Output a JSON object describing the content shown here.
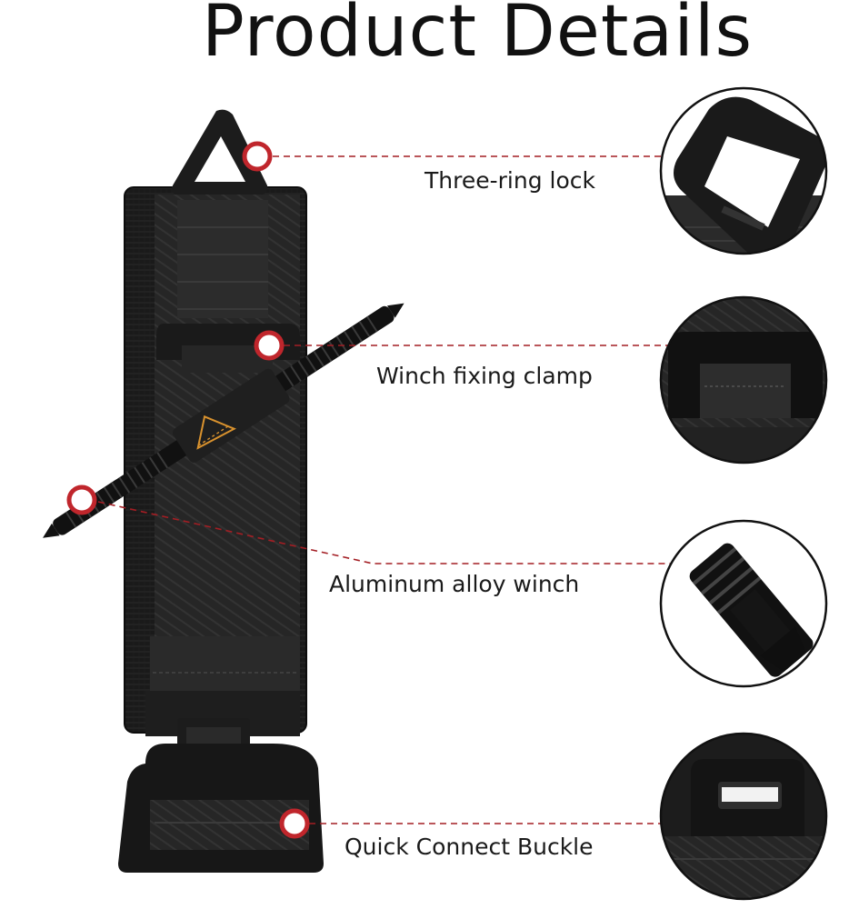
{
  "page": {
    "title": "Product Details"
  },
  "callouts": [
    {
      "label": "Three-ring lock",
      "detail_icon": "triangle-ring-detail"
    },
    {
      "label": "Winch fixing clamp",
      "detail_icon": "clamp-detail"
    },
    {
      "label": "Aluminum alloy winch",
      "detail_icon": "winch-rod-detail"
    },
    {
      "label": "Quick Connect Buckle",
      "detail_icon": "buckle-detail"
    }
  ],
  "colors": {
    "marker": "#c0262c",
    "leader_line": "#a31e24",
    "product_black": "#141414",
    "strap_gray": "#2b2b2b",
    "stitch_orange": "#d9922e"
  }
}
